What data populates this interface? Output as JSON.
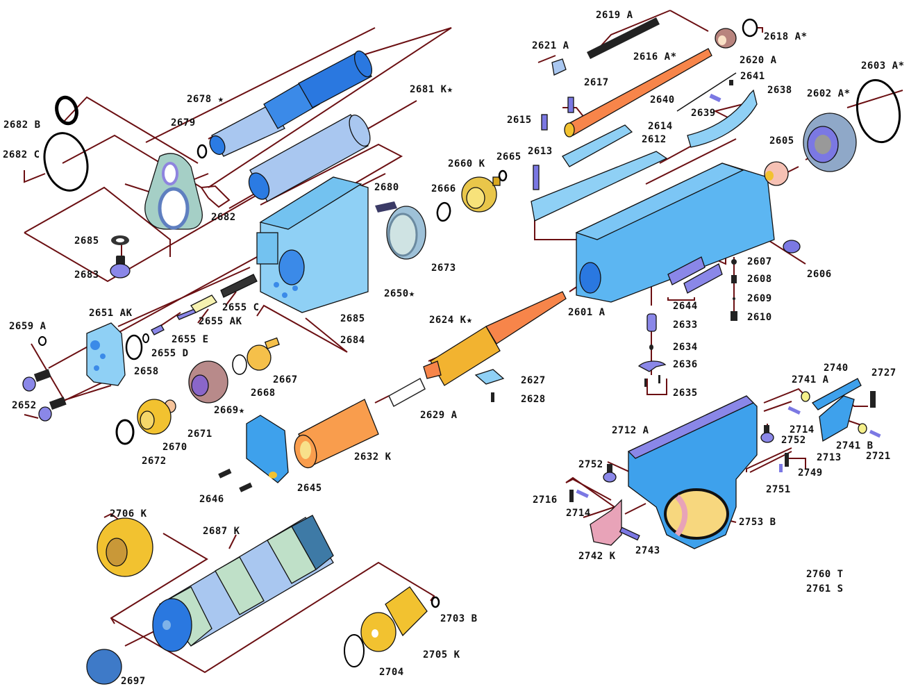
{
  "diagram": {
    "type": "exploded-parts-diagram",
    "subject": "airgun action assembly",
    "colors": {
      "leader": "#6b0f12",
      "part_light_blue": "#8fd0f5",
      "part_blue": "#3a8fe6",
      "part_dark_blue": "#1f6fd6",
      "part_orange": "#f5893b",
      "part_gold": "#f2c230",
      "part_violet": "#8a87e8",
      "part_pink": "#e8a3b8",
      "part_sage": "#bfe0c8"
    }
  },
  "labels": {
    "l2619A": "2619 A",
    "l2621A": "2621 A",
    "l2618A": "2618 A*",
    "l2620A": "2620 A",
    "l2616A": "2616 A*",
    "l2617": "2617",
    "l2641": "2641",
    "l2603A": "2603 A*",
    "l2640": "2640",
    "l2638": "2638",
    "l2602A": "2602 A*",
    "l2639": "2639",
    "l2615": "2615",
    "l2614": "2614",
    "l2612": "2612",
    "l2605": "2605",
    "l2613": "2613",
    "l2678": "2678",
    "l2678star": "★",
    "l2681K": "2681 K",
    "l2681Kstar": "★",
    "l2682B": "2682 B",
    "l2679": "2679",
    "l2682C": "2682 C",
    "l2682": "2682",
    "l2660K": "2660 K",
    "l2665": "2665",
    "l2666": "2666",
    "l2680": "2680",
    "l2685a": "2685",
    "l2683": "2683",
    "l2673": "2673",
    "l2650": "2650",
    "l2650star": "★",
    "l2651AK": "2651 AK",
    "l2655C": "2655 C",
    "l2655AK": "2655 AK",
    "l2659A": "2659 A",
    "l2685b": "2685",
    "l2655E": "2655 E",
    "l2684": "2684",
    "l2655D": "2655 D",
    "l2658": "2658",
    "l2652": "2652",
    "l2667": "2667",
    "l2668": "2668",
    "l2669": "2669",
    "l2669star": "★",
    "l2671": "2671",
    "l2670": "2670",
    "l2672": "2672",
    "l2624K": "2624 K",
    "l2624Kstar": "★",
    "l2627": "2627",
    "l2628": "2628",
    "l2629A": "2629 A",
    "l2632K": "2632 K",
    "l2645": "2645",
    "l2646": "2646",
    "l2601A": "2601 A",
    "l2607": "2607",
    "l2608": "2608",
    "l2609": "2609",
    "l2610": "2610",
    "l2606": "2606",
    "l2644": "2644",
    "l2633": "2633",
    "l2634": "2634",
    "l2636": "2636",
    "l2635": "2635",
    "l2740": "2740",
    "l2727": "2727",
    "l2741A": "2741 A",
    "l2714a": "2714",
    "l2712A": "2712 A",
    "l2752a": "2752",
    "l2713": "2713",
    "l2741B": "2741 B",
    "l2721": "2721",
    "l2749": "2749",
    "l2752b": "2752",
    "l2751": "2751",
    "l2716": "2716",
    "l2714b": "2714",
    "l2753B": "2753 B",
    "l2742K": "2742 K",
    "l2743": "2743",
    "l2760T": "2760 T",
    "l2761S": "2761 S",
    "l2706K": "2706 K",
    "l2687K": "2687 K",
    "l2703B": "2703 B",
    "l2705K": "2705 K",
    "l2704": "2704",
    "l2697": "2697"
  }
}
